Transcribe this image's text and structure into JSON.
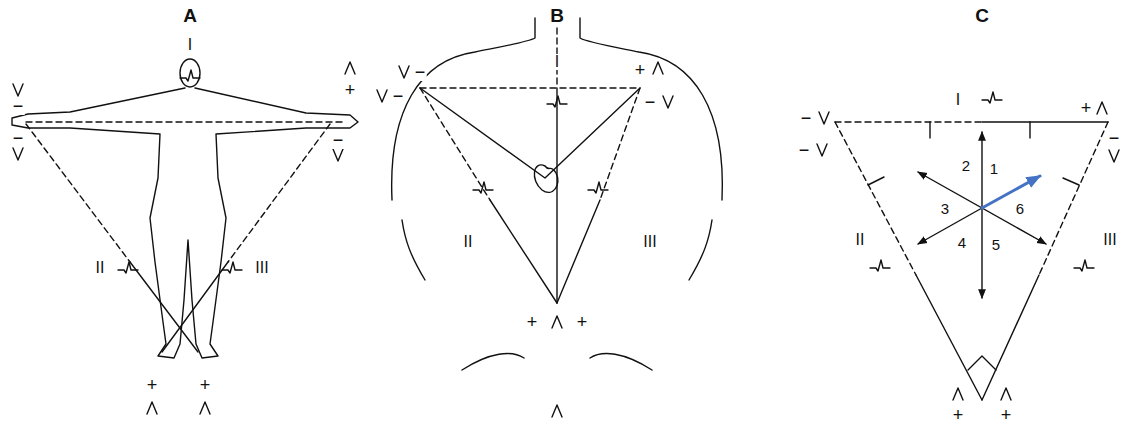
{
  "diagram": {
    "labels": [
      "A",
      "I",
      "II",
      "III",
      "−",
      "−",
      "+",
      "−",
      "+",
      "+",
      "B",
      "I",
      "II",
      "III",
      "−",
      "−",
      "+",
      "−",
      "+",
      "+",
      "C",
      "I",
      "II",
      "III",
      "1",
      "2",
      "3",
      "4",
      "5",
      "6",
      "−",
      "−",
      "+",
      "−",
      "+",
      "+"
    ]
  }
}
